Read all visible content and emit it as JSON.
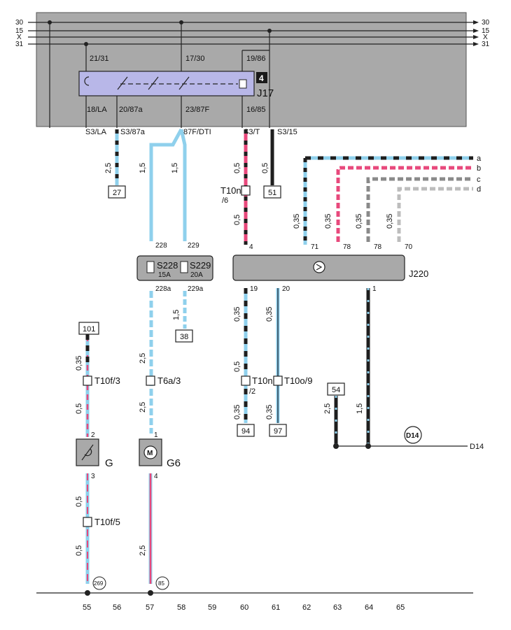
{
  "bus": {
    "left": [
      "30",
      "15",
      "X",
      "31"
    ],
    "right": [
      "30",
      "15",
      "X",
      "31"
    ]
  },
  "relay": {
    "id": "J17",
    "badge": "4",
    "pins_top": [
      "21/31",
      "17/30",
      "19/86"
    ],
    "pins_bottom": [
      "18/LA",
      "20/87a",
      "23/87F",
      "16/85"
    ]
  },
  "connectors_top": [
    "S3/LA",
    "S3/87a",
    "87F/DTI",
    "S3/T",
    "S3/15"
  ],
  "wire_sizes": {
    "w1": "2,5",
    "w2": "1,5",
    "w3": "1,5",
    "w4": "0,5",
    "w5": "0,5",
    "w6": "0,5",
    "w7": "0,35",
    "w8": "0,35",
    "w9": "0,35",
    "w10": "0,35",
    "w11": "0,35",
    "w12": "0,5",
    "w13": "0,35",
    "w14": "0,35",
    "w15": "2,5",
    "w16": "0,5",
    "w17": "2,5",
    "w18": "2,5",
    "w19": "0,5",
    "w20": "0,5",
    "w21": "0,35",
    "w22": "0,35",
    "w23": "2,5",
    "w24": "1,5",
    "w25": "1,5"
  },
  "refs": {
    "r27": "27",
    "r51": "51",
    "r38": "38",
    "r101": "101",
    "r94": "94",
    "r97": "97",
    "r54": "54"
  },
  "tconn": {
    "t10n6": "T10n",
    "t10n6b": "/6",
    "t10f3": "T10f/3",
    "t6a3": "T6a/3",
    "t10n2": "T10n",
    "t10n2b": "/2",
    "t10o9": "T10o/9",
    "t10f5": "T10f/5"
  },
  "fuses": {
    "label228": "S228",
    "amp228": "15A",
    "label229": "S229",
    "amp229": "20A",
    "pin228": "228",
    "pin229": "229",
    "pin228a": "228a",
    "pin229a": "229a"
  },
  "module": {
    "id": "J220",
    "pins_top": [
      "4",
      "71",
      "78",
      "78",
      "70"
    ],
    "pins_bottom": [
      "19",
      "20",
      "1"
    ]
  },
  "wire_ends": [
    "a",
    "b",
    "c",
    "d"
  ],
  "components": {
    "g": "G",
    "g6": "G6",
    "pin_g2": "2",
    "pin_g3": "3",
    "pin_g6_1": "1",
    "pin_g6_4": "4"
  },
  "ground": {
    "d14_circle": "D14",
    "d14_label": "D14",
    "g269": "269",
    "g85": "85"
  },
  "columns": [
    "55",
    "56",
    "57",
    "58",
    "59",
    "60",
    "61",
    "62",
    "63",
    "64",
    "65"
  ],
  "colors": {
    "panel": "#a9a9a9",
    "relay_box": "#b8b7e8",
    "blue": "#8fd0ec",
    "pink": "#e8497c",
    "black": "#1e1e1e",
    "grey": "#9a9a9a"
  }
}
